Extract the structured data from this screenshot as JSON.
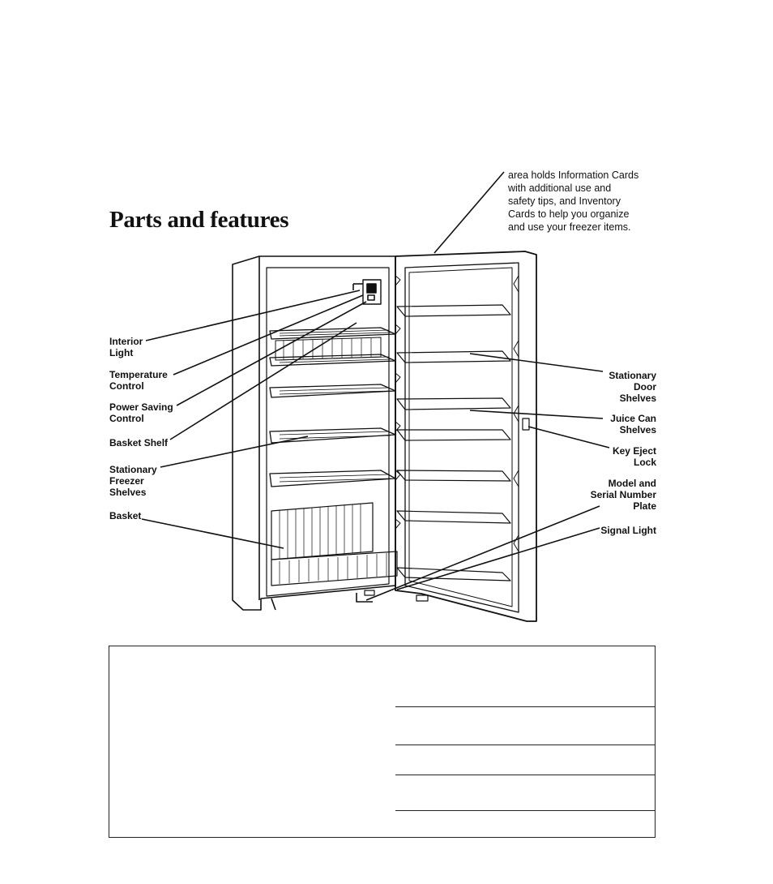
{
  "page": {
    "title": "Parts and features",
    "note_lines": [
      "area holds Information Cards",
      "with additional use and",
      "safety tips, and Inventory",
      "Cards to help you organize",
      "and use your freezer items."
    ]
  },
  "labels": {
    "interior_light": [
      "Interior",
      "Light"
    ],
    "temperature_control": [
      "Temperature",
      "Control"
    ],
    "power_saving_control": [
      "Power Saving",
      "Control"
    ],
    "basket_shelf": [
      "Basket Shelf"
    ],
    "stationary_freezer_shelves": [
      "Stationary",
      "Freezer",
      "Shelves"
    ],
    "basket": [
      "Basket"
    ],
    "stationary_door_shelves": [
      "Stationary",
      "Door",
      "Shelves"
    ],
    "juice_can_shelves": [
      "Juice Can",
      "Shelves"
    ],
    "key_eject_lock": [
      "Key Eject",
      "Lock"
    ],
    "model_serial_plate": [
      "Model and",
      "Serial Number",
      "Plate"
    ],
    "signal_light": [
      "Signal Light"
    ]
  },
  "colors": {
    "ink": "#111111",
    "paper": "#ffffff"
  }
}
